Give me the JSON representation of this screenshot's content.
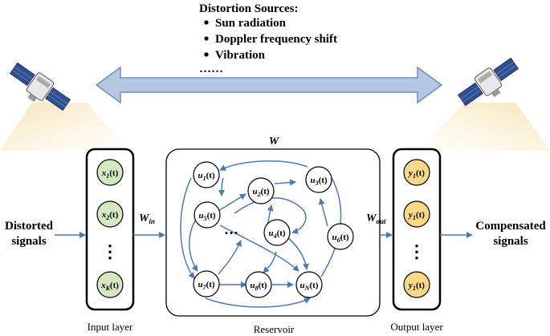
{
  "sources": {
    "title": "Distortion Sources:",
    "items": [
      "Sun radiation",
      "Doppler frequency shift",
      "Vibration",
      "……"
    ]
  },
  "labels": {
    "distorted": [
      "Distorted",
      "signals"
    ],
    "compensated": [
      "Compensated",
      "signals"
    ],
    "input_layer": "Input layer",
    "reservoir": "Reservoir",
    "output_layer": "Output layer",
    "w": "W",
    "w_in": "W",
    "w_in_sub": "in",
    "w_out": "W",
    "w_out_sub": "out"
  },
  "input_nodes": [
    {
      "name": "x",
      "sub": "1",
      "suffix": "(t)"
    },
    {
      "name": "x",
      "sub": "2",
      "suffix": "(t)"
    },
    {
      "name": "x",
      "sub": "K",
      "suffix": "(t)"
    }
  ],
  "output_nodes": [
    {
      "name": "y",
      "sub": "1",
      "suffix": "(t)"
    },
    {
      "name": "y",
      "sub": "1",
      "suffix": "(t)"
    },
    {
      "name": "y",
      "sub": "1",
      "suffix": "(t)"
    }
  ],
  "reservoir_nodes": [
    {
      "name": "u",
      "sub": "1",
      "suffix": "(t)"
    },
    {
      "name": "u",
      "sub": "2",
      "suffix": "(t)"
    },
    {
      "name": "u",
      "sub": "3",
      "suffix": "(t)"
    },
    {
      "name": "u",
      "sub": "5",
      "suffix": "(t)"
    },
    {
      "name": "u",
      "sub": "4",
      "suffix": "(t)"
    },
    {
      "name": "u",
      "sub": "6",
      "suffix": "(t)"
    },
    {
      "name": "u",
      "sub": "7",
      "suffix": "(t)"
    },
    {
      "name": "u",
      "sub": "8",
      "suffix": "(t)"
    },
    {
      "name": "u",
      "sub": "N",
      "suffix": "(t)"
    }
  ],
  "dots": {
    "vertical": "⋮",
    "reservoir": "…"
  },
  "colors": {
    "input_fill": "#d4e8c2",
    "output_fill": "#f9d88a",
    "arrow": "#4a7ab8",
    "big_arrow_fill": "#b4c8e4",
    "big_arrow_stroke": "#6e8fbd",
    "beam": "#f6e2b0"
  },
  "icons": [
    "satellite-left-icon",
    "satellite-right-icon",
    "bidirectional-arrow-icon"
  ]
}
